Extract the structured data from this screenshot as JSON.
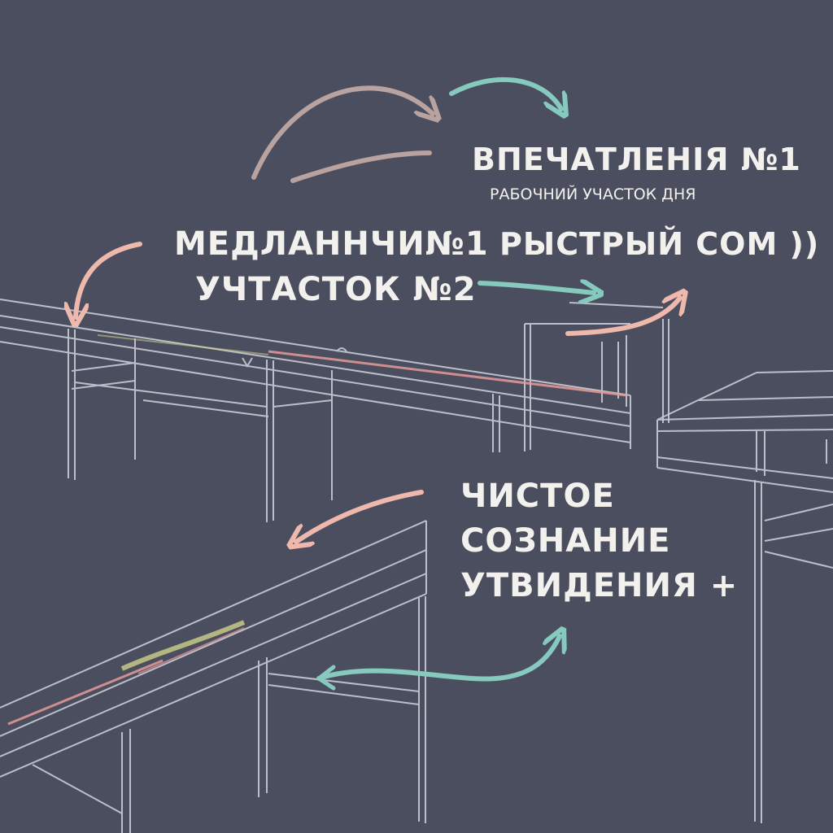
{
  "labels": {
    "impressions_title": "ВПЕЧАТЛЕНІЯ №1",
    "work_area_day": "РАБОЧНИЙ УЧАСТОК  ДНЯ",
    "slow_line1": "МЕДЛАННЧИ№1",
    "slow_line2": "УЧТАСТОК №2",
    "fast_label": "РЫСТРЫЙ СОМ ))",
    "clear_line1": "ЧИСТОЕ",
    "clear_line2": "СОЗНАНИЕ",
    "clear_line3": "УТВИДЕНИЯ +"
  },
  "colors": {
    "background": "#4b4e5e",
    "text": "#f2f1ee",
    "line": "#c9ccd6",
    "arrow_mauve": "#b8a3a0",
    "arrow_teal": "#86c9bf",
    "arrow_pink": "#eeb8ad",
    "accent_pink": "#e79a9a",
    "accent_yellow": "#cfd08a"
  }
}
